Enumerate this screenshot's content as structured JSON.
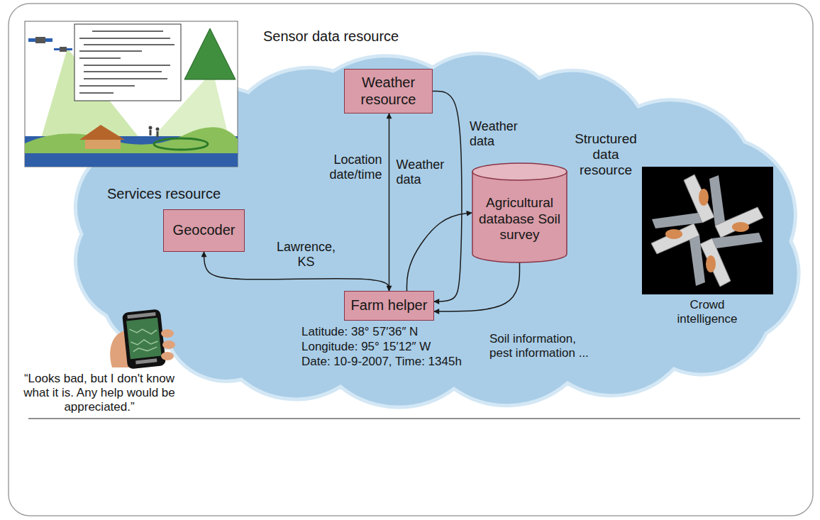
{
  "diagram": {
    "nodes": [
      {
        "text": [
          "Sensor data resource",
          "Weather resource"
        ]
      },
      {
        "text": [
          "Services resource",
          "Geocoder"
        ]
      },
      {
        "text": [
          "Structured data resource",
          "Agricultural database Soil survey"
        ]
      },
      {
        "text": [
          "Farm helper"
        ]
      }
    ],
    "edges": [
      {
        "from": 3,
        "to": 1,
        "label": "Lawrence, KS",
        "arrow": "to"
      },
      {
        "from": 3,
        "to": 0,
        "label": "Location date/time",
        "arrow": "both"
      },
      {
        "from": 0,
        "to": 3,
        "label": "Weather data",
        "arrow": "to"
      },
      {
        "from": 3,
        "to": 2,
        "label": "Weather data",
        "arrow": "to"
      },
      {
        "from": 2,
        "to": 3,
        "arrow": "to"
      }
    ],
    "labels": [
      "Latitude: 38° 57′36″ N",
      "Longitude: 95° 15′12″ W",
      "Date: 10-9-2007, Time: 1345h",
      "Soil information, pest information ...",
      "Crowd intelligence",
      "“Looks bad, but I don't know what it is. Any help would be appreciated.”"
    ]
  }
}
